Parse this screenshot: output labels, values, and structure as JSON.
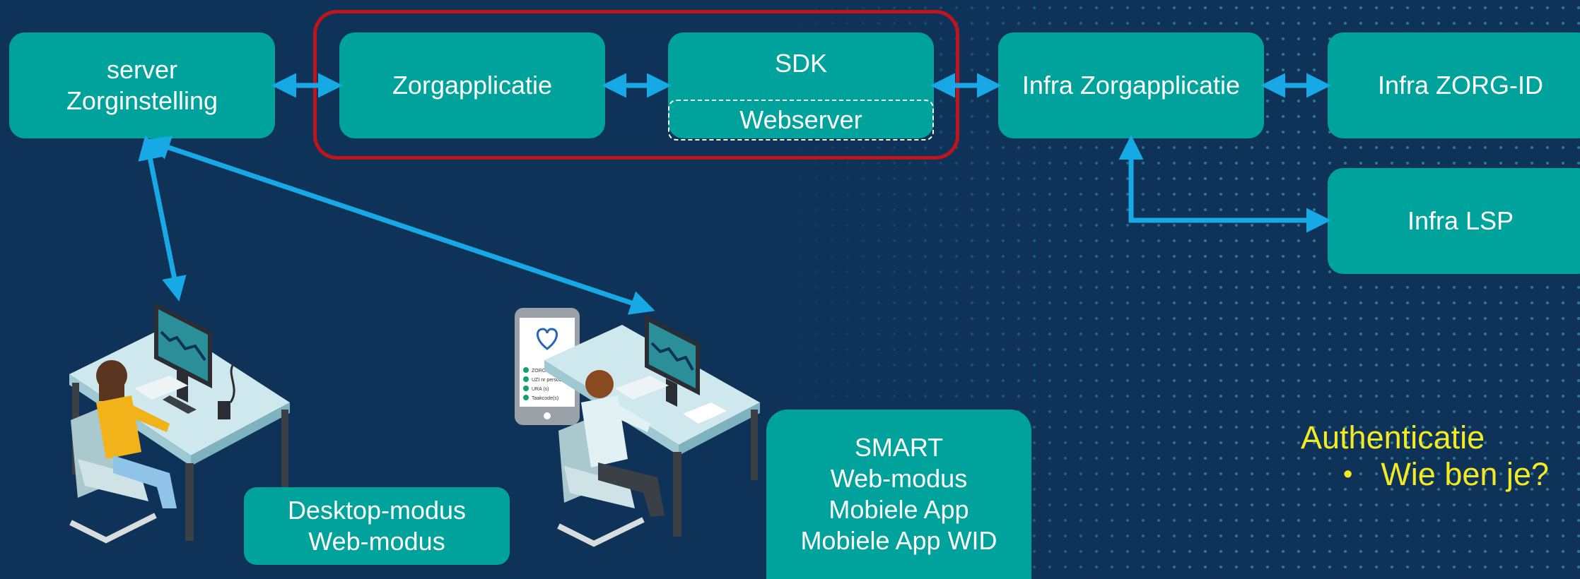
{
  "boxes": {
    "server": [
      "server",
      "Zorginstelling"
    ],
    "zorgapplicatie": "Zorgapplicatie",
    "sdk": "SDK",
    "webserver": "Webserver",
    "infra_zorgapplicatie": "Infra Zorgapplicatie",
    "infra_zorg_id": "Infra ZORG-ID",
    "infra_lsp": "Infra LSP",
    "desktop": [
      "Desktop-modus",
      "Web-modus"
    ],
    "smart": [
      "SMART",
      "Web-modus",
      "Mobiele App",
      "Mobiele App WID"
    ]
  },
  "authentication": {
    "title": "Authenticatie",
    "bullet_marker": "•",
    "bullet": "Wie ben je?"
  },
  "phone_checklist": [
    "ZORG-ID nr",
    "UZI nr persoon",
    "URA (s)",
    "Taakcode(s)"
  ],
  "colors": {
    "background": "#0f3358",
    "box": "#00a39b",
    "arrow": "#17a9e6",
    "highlight": "#c0141c",
    "auth_text": "#f2ea22"
  }
}
